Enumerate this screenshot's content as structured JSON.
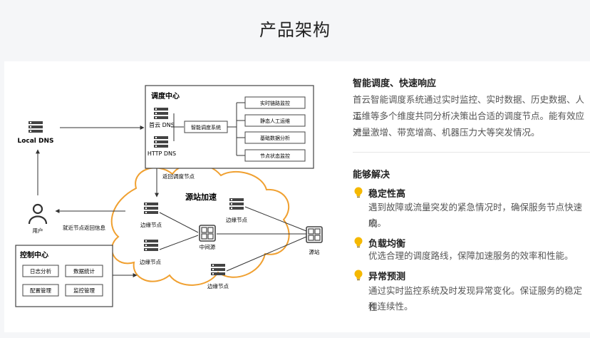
{
  "page": {
    "title": "产品架构"
  },
  "diagram": {
    "local_dns": "Local DNS",
    "user": "用户",
    "return_edge": "就近节点返回信息",
    "dispatch": {
      "title": "调度中心",
      "shouyun_dns": "首云 DNS",
      "http_dns": "HTTP DNS",
      "smart_system": "智能调度系统",
      "items": [
        "实时链路监控",
        "静态人工运维",
        "基础数据分析",
        "节点状态监控"
      ]
    },
    "return_node": "返回调度节点",
    "cloud_title": "源站加速",
    "edge_node": "边缘节点",
    "middle_source": "中间源",
    "origin": "源站",
    "control": {
      "title": "控制中心",
      "items": [
        "日志分析",
        "数据统计",
        "配置管理",
        "监控管理"
      ]
    }
  },
  "panel": {
    "section1": {
      "title": "智能调度、快速响应",
      "lines": [
        "首云智能调度系统通过实时监控、实时数据、历史数据、人工",
        "运维等多个维度共同分析决策出合适的调度节点。能有效应对",
        "流量激增、带宽增高、机器压力大等突发情况。"
      ]
    },
    "section2": {
      "title": "能够解决",
      "items": [
        {
          "title": "稳定性高",
          "lines": [
            "遇到故障或流量突发的紧急情况时，确保服务节点快速响",
            "应。"
          ]
        },
        {
          "title": "负载均衡",
          "lines": [
            "优选合理的调度路线，保障加速服务的效率和性能。"
          ]
        },
        {
          "title": "异常预测",
          "lines": [
            "通过实时监控系统及时发现异常变化。保证服务的稳定性",
            "和连续性。"
          ]
        }
      ]
    }
  },
  "colors": {
    "cloud_stroke": "#f0a030",
    "bulb": "#f5b800",
    "line": "#333333"
  }
}
